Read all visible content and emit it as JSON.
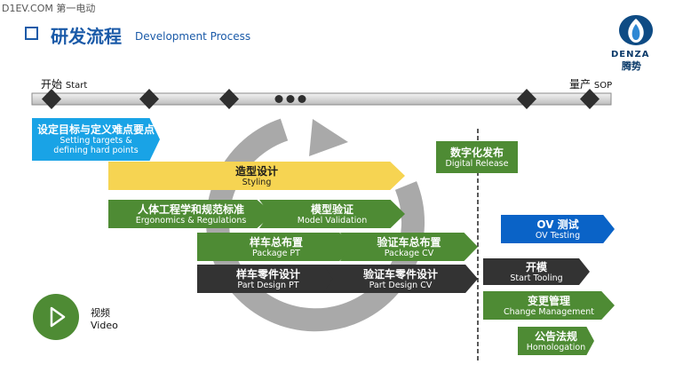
{
  "watermark": "D1EV.COM 第一电动",
  "header": {
    "title_cn": "研发流程",
    "title_en": "Development Process"
  },
  "logo": {
    "brand": "DENZA",
    "name_cn": "腾势"
  },
  "timeline": {
    "start_cn": "开始",
    "start_en": "Start",
    "end_cn": "量产",
    "end_en": "SOP"
  },
  "stages": {
    "targets": {
      "cn": "设定目标与定义难点要点",
      "en": "Setting targets & defining hard points"
    },
    "styling": {
      "cn": "造型设计",
      "en": "Styling"
    },
    "ergonomics": {
      "cn": "人体工程学和规范标准",
      "en": "Ergonomics & Regulations"
    },
    "model_validation": {
      "cn": "模型验证",
      "en": "Model Validation"
    },
    "package_pt": {
      "cn": "样车总布置",
      "en": "Package PT"
    },
    "package_cv": {
      "cn": "验证车总布置",
      "en": "Package CV"
    },
    "part_design_pt": {
      "cn": "样车零件设计",
      "en": "Part Design PT"
    },
    "part_design_cv": {
      "cn": "验证车零件设计",
      "en": "Part Design CV"
    },
    "digital_release": {
      "cn": "数字化发布",
      "en": "Digital Release"
    },
    "ov_testing": {
      "cn": "OV 测试",
      "en": "OV Testing"
    },
    "start_tooling": {
      "cn": "开模",
      "en": "Start Tooling"
    },
    "change_management": {
      "cn": "变更管理",
      "en": "Change Management"
    },
    "homologation": {
      "cn": "公告法规",
      "en": "Homologation"
    }
  },
  "video": {
    "cn": "视频",
    "en": "Video"
  },
  "icons": [
    "checkbox-icon",
    "denza-logo-icon",
    "play-icon",
    "cycle-arrow-icon"
  ],
  "colors": {
    "title_blue": "#1a5aa8",
    "green": "#4e8b34",
    "yellow": "#f6d452",
    "dark": "#333333",
    "blue": "#0a63c7",
    "sky": "#19a3e6"
  }
}
